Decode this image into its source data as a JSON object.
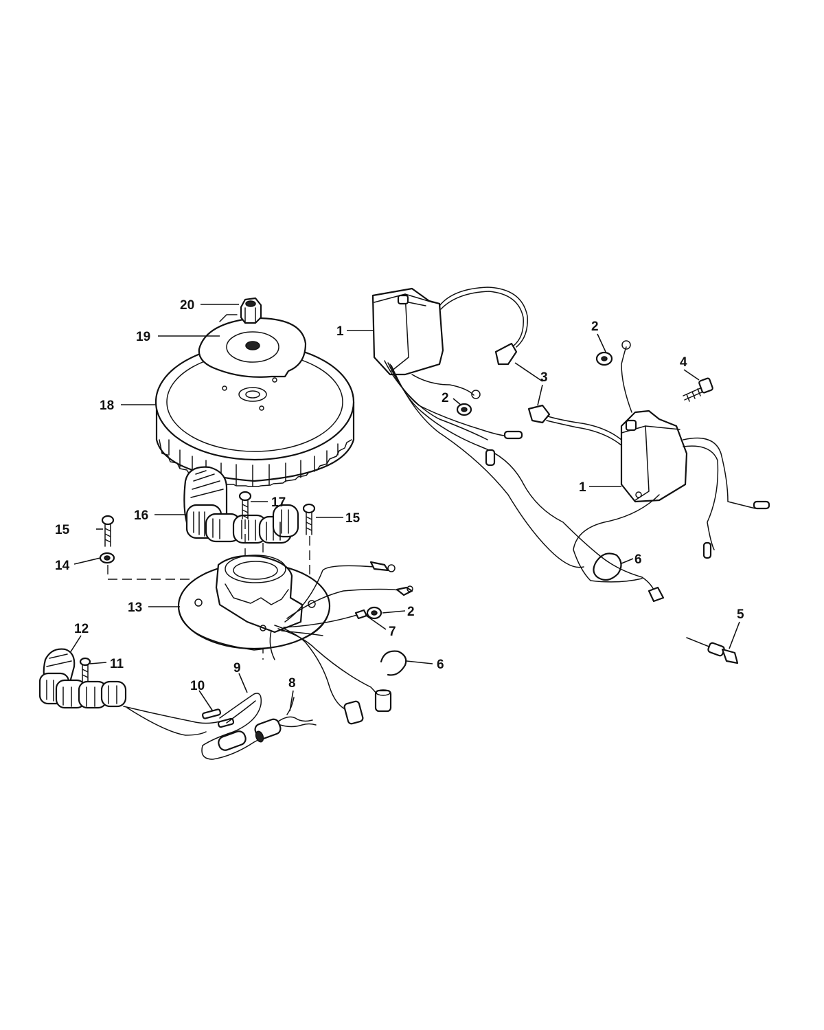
{
  "diagram": {
    "callouts": [
      {
        "id": "c20",
        "label": "20"
      },
      {
        "id": "c19",
        "label": "19"
      },
      {
        "id": "c18",
        "label": "18"
      },
      {
        "id": "c1a",
        "label": "1"
      },
      {
        "id": "c1b",
        "label": "1"
      },
      {
        "id": "c2a",
        "label": "2"
      },
      {
        "id": "c2b",
        "label": "2"
      },
      {
        "id": "c2c",
        "label": "2"
      },
      {
        "id": "c3",
        "label": "3"
      },
      {
        "id": "c4",
        "label": "4"
      },
      {
        "id": "c5",
        "label": "5"
      },
      {
        "id": "c6a",
        "label": "6"
      },
      {
        "id": "c6b",
        "label": "6"
      },
      {
        "id": "c7",
        "label": "7"
      },
      {
        "id": "c8",
        "label": "8"
      },
      {
        "id": "c9",
        "label": "9"
      },
      {
        "id": "c10",
        "label": "10"
      },
      {
        "id": "c11",
        "label": "11"
      },
      {
        "id": "c12",
        "label": "12"
      },
      {
        "id": "c13",
        "label": "13"
      },
      {
        "id": "c14",
        "label": "14"
      },
      {
        "id": "c15a",
        "label": "15"
      },
      {
        "id": "c15b",
        "label": "15"
      },
      {
        "id": "c16",
        "label": "16"
      },
      {
        "id": "c17",
        "label": "17"
      }
    ]
  }
}
